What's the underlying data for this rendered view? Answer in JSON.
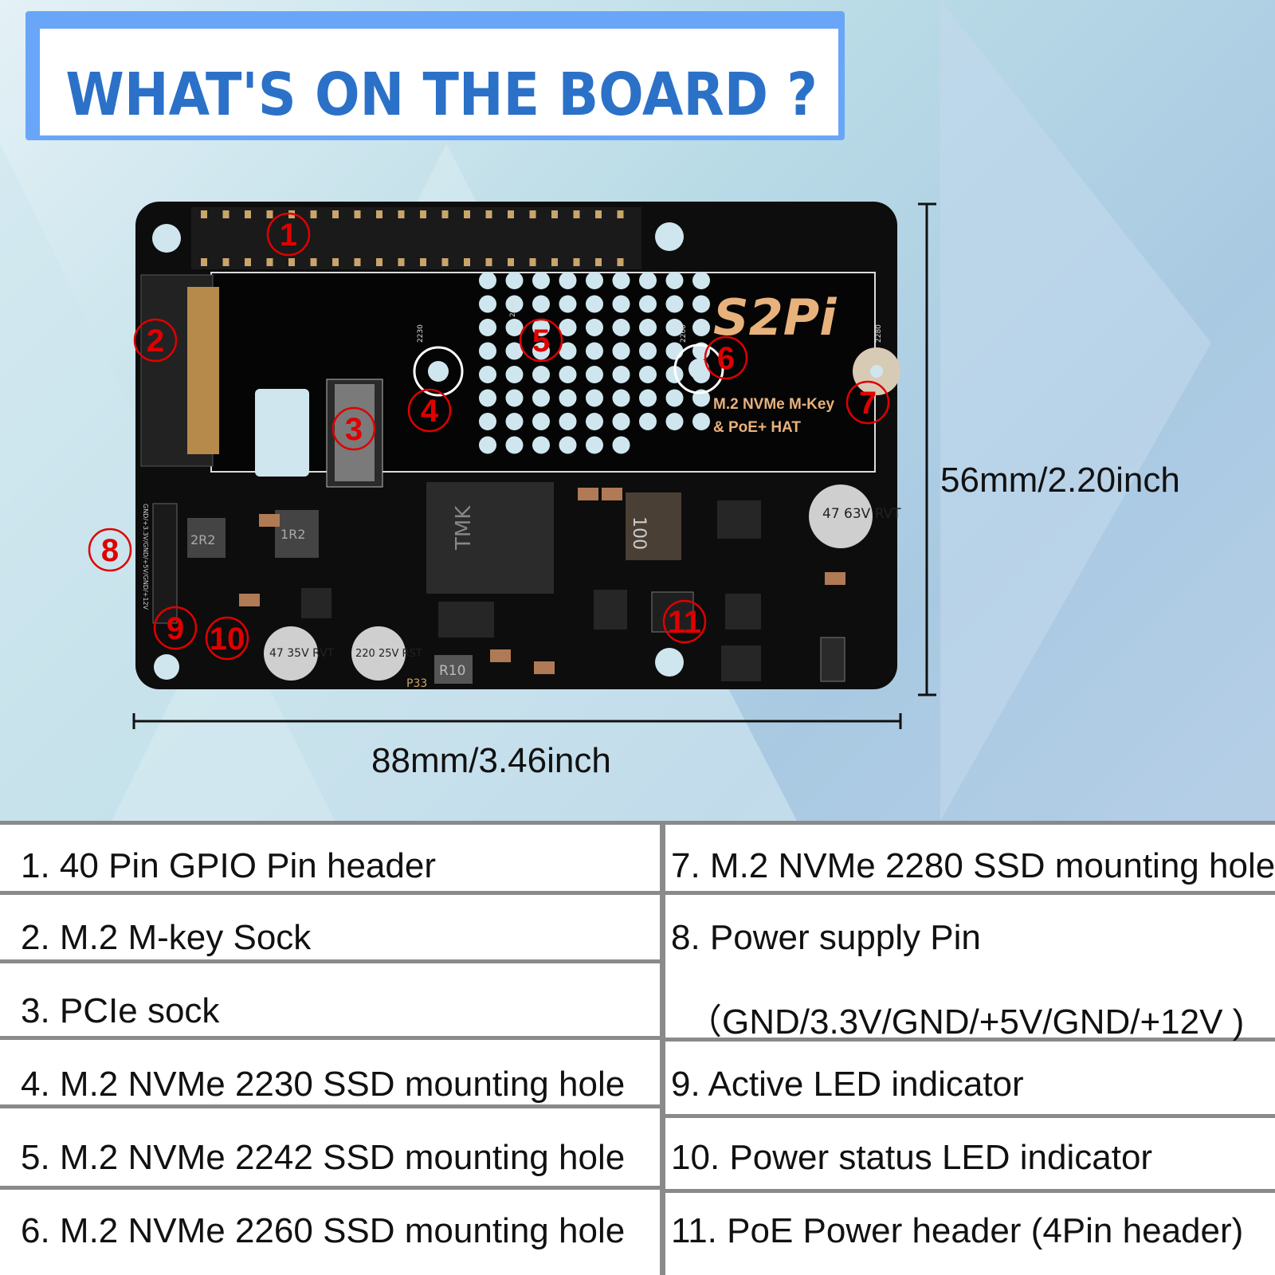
{
  "title": "WHAT'S ON THE BOARD ?",
  "board": {
    "logo": "S2Pi",
    "product_line1": "M.2 NVMe M-Key",
    "product_line2": "& PoE+ HAT",
    "markings": [
      "2R2",
      "1R2",
      "100",
      "TMK",
      "47 63V RVT",
      "47 35V RVT",
      "220 25V RST",
      "R10",
      "P33",
      "2230",
      "2242",
      "2260",
      "2280",
      "GND/+3.3V/GND/+5V/GND/+12V"
    ],
    "markers": [
      "1",
      "2",
      "3",
      "4",
      "5",
      "6",
      "7",
      "8",
      "9",
      "10",
      "11"
    ]
  },
  "dimensions": {
    "height": "56mm/2.20inch",
    "width": "88mm/3.46inch"
  },
  "legend": {
    "left": [
      "1. 40 Pin GPIO Pin header",
      "2. M.2 M-key Sock",
      "3. PCIe sock",
      "4. M.2 NVMe 2230 SSD mounting hole",
      "5. M.2 NVMe 2242 SSD mounting hole",
      "6. M.2 NVMe 2260 SSD mounting hole"
    ],
    "right": [
      "7. M.2 NVMe 2280 SSD mounting hole",
      "8. Power supply Pin",
      "（GND/3.3V/GND/+5V/GND/+12V )",
      "9. Active LED indicator",
      "10. Power status LED indicator",
      "11. PoE Power header (4Pin header)"
    ]
  },
  "colors": {
    "title": "#2b71c8",
    "title_frame": "#69a6f8",
    "marker": "#e00000",
    "logo": "#e8b27c",
    "board": "#0d0d0d"
  }
}
